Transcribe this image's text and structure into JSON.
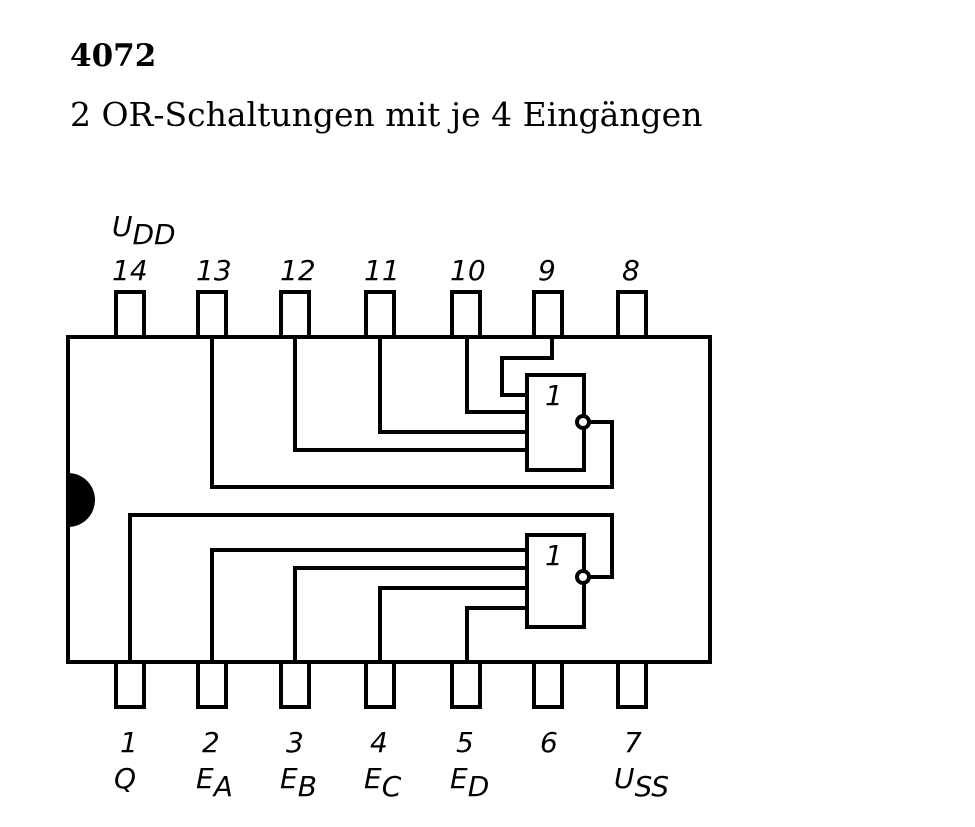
{
  "header": {
    "title": "4072",
    "subtitle": "2 OR-Schaltungen mit je 4 Eingängen"
  },
  "chip": {
    "top_pins": [
      {
        "number": "14",
        "label_main": "U",
        "label_sub": "DD"
      },
      {
        "number": "13"
      },
      {
        "number": "12"
      },
      {
        "number": "11"
      },
      {
        "number": "10"
      },
      {
        "number": "9"
      },
      {
        "number": "8"
      }
    ],
    "bottom_pins": [
      {
        "number": "1",
        "label_main": "Q",
        "label_sub": ""
      },
      {
        "number": "2",
        "label_main": "E",
        "label_sub": "A"
      },
      {
        "number": "3",
        "label_main": "E",
        "label_sub": "B"
      },
      {
        "number": "4",
        "label_main": "E",
        "label_sub": "C"
      },
      {
        "number": "5",
        "label_main": "E",
        "label_sub": "D"
      },
      {
        "number": "6"
      },
      {
        "number": "7",
        "label_main": "U",
        "label_sub": "SS"
      }
    ],
    "gates": [
      {
        "symbol": "1"
      },
      {
        "symbol": "1"
      }
    ]
  }
}
